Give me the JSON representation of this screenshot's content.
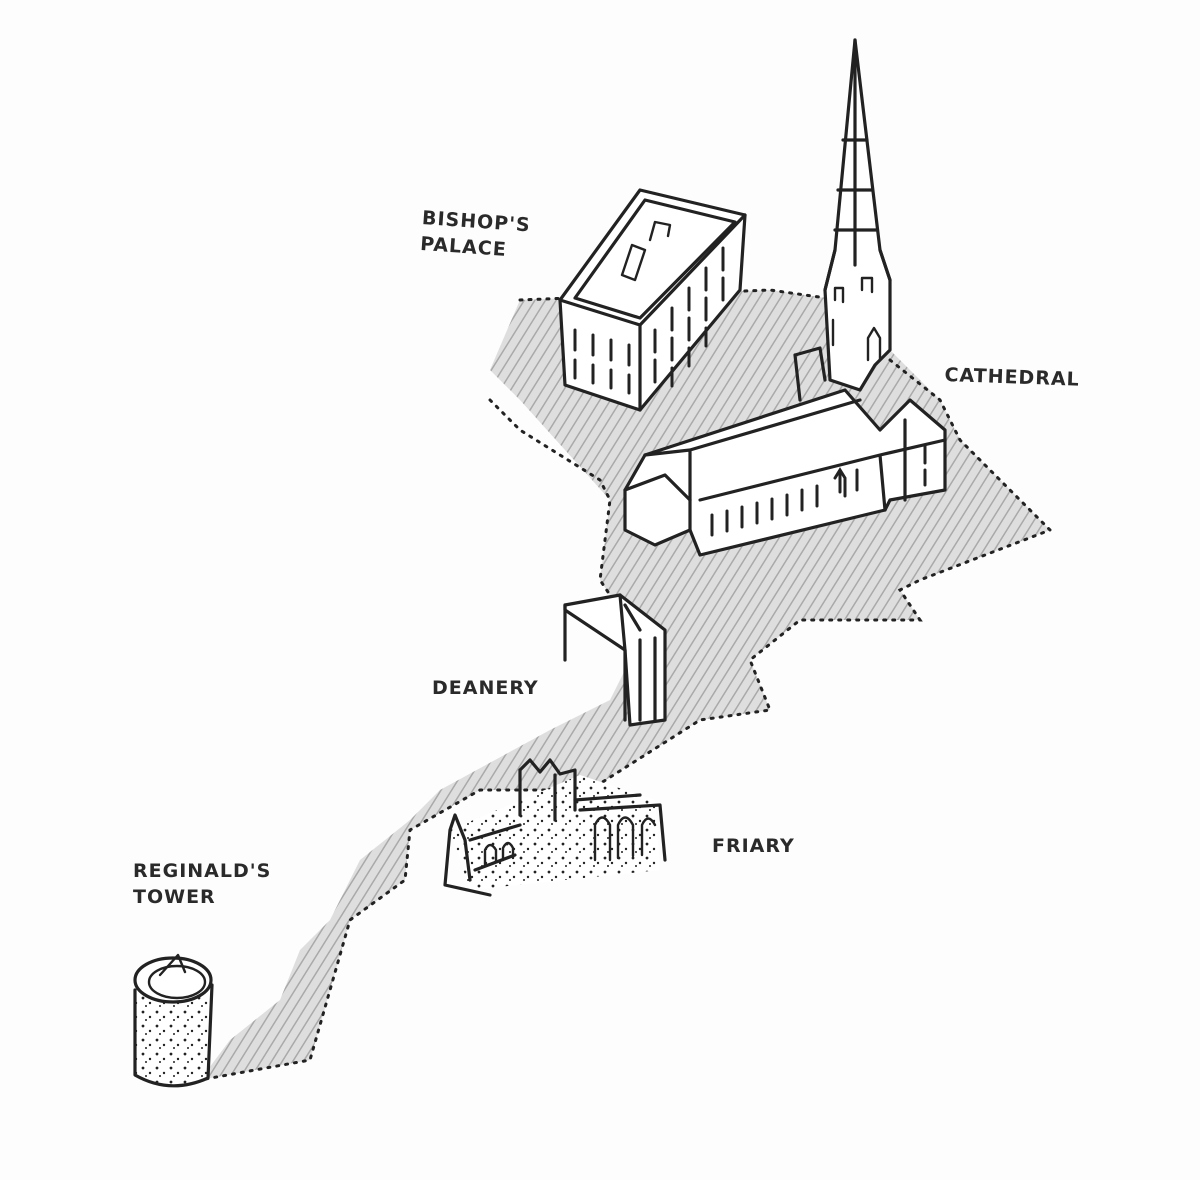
{
  "sketch": {
    "ground_shade": "#bdbdbd",
    "ink_color": "#222222",
    "paper_color": "#fdfdfd"
  },
  "labels": {
    "bishops_palace": {
      "line1": "Bishop's",
      "line2": "Palace"
    },
    "cathedral": {
      "line1": "Cathedral"
    },
    "deanery": {
      "line1": "Deanery"
    },
    "friary": {
      "line1": "Friary"
    },
    "reginalds_tower": {
      "line1": "Reginald's",
      "line2": "Tower"
    }
  }
}
